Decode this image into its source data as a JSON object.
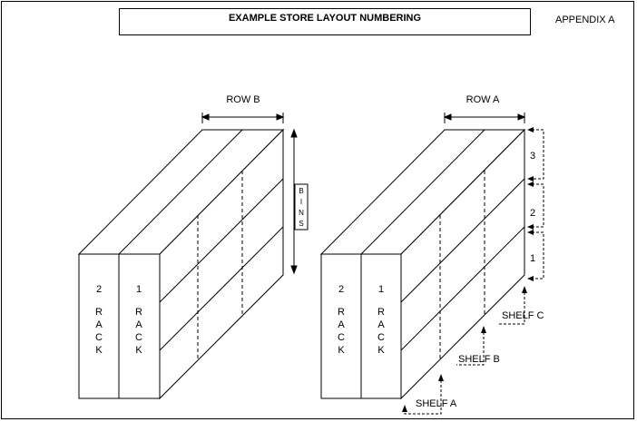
{
  "title": "EXAMPLE STORE LAYOUT NUMBERING",
  "appendix": "APPENDIX A",
  "row_b_label": "ROW B",
  "row_a_label": "ROW A",
  "bins_label": [
    "B",
    "I",
    "N",
    "S"
  ],
  "rack_word": [
    "R",
    "A",
    "C",
    "K"
  ],
  "rack_numbers": [
    "2",
    "1"
  ],
  "bin_numbers": [
    "3",
    "2",
    "1"
  ],
  "shelf_labels": [
    "SHELF C",
    "SHELF B",
    "SHELF A"
  ]
}
